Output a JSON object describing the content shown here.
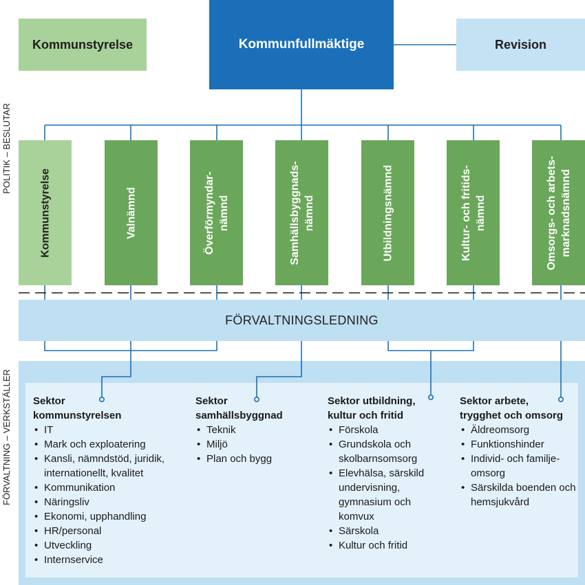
{
  "top": {
    "kommunstyrelse": "Kommunstyrelse",
    "kommunfullmaktige": "Kommunfullmäktige",
    "revision": "Revision"
  },
  "side_labels": {
    "top": "POLITIK – BESLUTAR",
    "bottom": "FÖRVALTNING – VERKSTÄLLER"
  },
  "committees": [
    {
      "label": "Kommunstyrelse",
      "style": "light"
    },
    {
      "label": "Valnämnd",
      "style": "dark"
    },
    {
      "label": "Överförmyndar-\nnämnd",
      "style": "dark"
    },
    {
      "label": "Samhällsbyggnads-\nnämnd",
      "style": "dark"
    },
    {
      "label": "Utbildningsnämnd",
      "style": "dark"
    },
    {
      "label": "Kultur- och fritids-\nnämnd",
      "style": "dark"
    },
    {
      "label": "Omsorgs- och arbets-\nmarknadsnämnd",
      "style": "dark"
    }
  ],
  "management": "FÖRVALTNINGSLEDNING",
  "sectors": [
    {
      "title": "Sektor\nkommunstyrelsen",
      "items": [
        "IT",
        "Mark och exploatering",
        "Kansli, nämndstöd, juridik, internationellt, kvalitet",
        "Kommunikation",
        "Näringsliv",
        "Ekonomi, upphandling",
        "HR/personal",
        "Utveckling",
        "Internservice"
      ]
    },
    {
      "title": "Sektor\nsamhällsbyggnad",
      "items": [
        "Teknik",
        "Miljö",
        "Plan och bygg"
      ]
    },
    {
      "title": "Sektor utbildning,\nkultur och fritid",
      "items": [
        "Förskola",
        "Grundskola och skolbarnsomsorg",
        "Elevhälsa, särskild undervisning, gymnasium och komvux",
        "Särskola",
        "Kultur och fritid"
      ]
    },
    {
      "title": "Sektor arbete,\ntrygghet och omsorg",
      "items": [
        "Äldreomsorg",
        "Funktionshinder",
        "Individ- och familje-omsorg",
        "Särskilda boenden och hemsjukvård"
      ]
    }
  ],
  "colors": {
    "council_blue": "#1a6fb8",
    "light_green": "#a9d29a",
    "dark_green": "#6aa75a",
    "light_blue": "#bfdff2",
    "pale_blue": "#e3f1fa",
    "line_blue": "#1a6fb8"
  }
}
